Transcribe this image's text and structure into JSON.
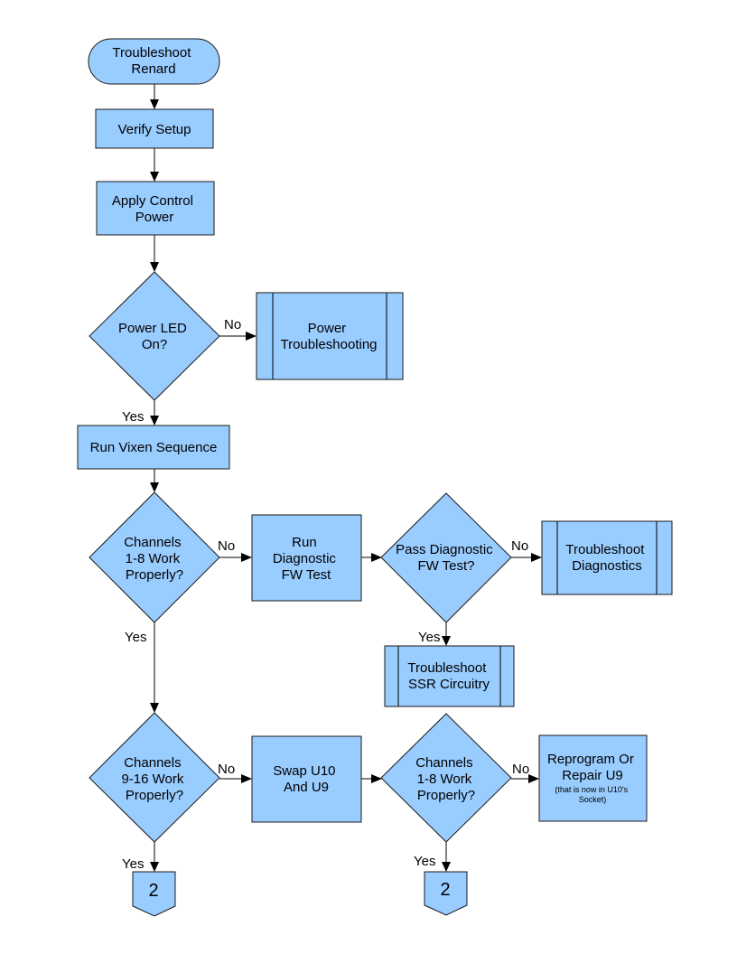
{
  "nodes": {
    "start": {
      "lines": [
        "Troubleshoot",
        "Renard"
      ]
    },
    "verify": {
      "lines": [
        "Verify Setup"
      ]
    },
    "apply_power": {
      "lines": [
        "Apply Control",
        "Power"
      ]
    },
    "power_led": {
      "lines": [
        "Power LED",
        "On?"
      ]
    },
    "power_ts": {
      "lines": [
        "Power",
        "Troubleshooting"
      ]
    },
    "run_vixen": {
      "lines": [
        "Run Vixen Sequence"
      ]
    },
    "ch1_8": {
      "lines": [
        "Channels",
        "1-8 Work",
        "Properly?"
      ]
    },
    "run_diag": {
      "lines": [
        "Run",
        "Diagnostic",
        "FW Test"
      ]
    },
    "pass_diag": {
      "lines": [
        "Pass Diagnostic",
        "FW Test?"
      ]
    },
    "ts_diag": {
      "lines": [
        "Troubleshoot",
        "Diagnostics"
      ]
    },
    "ts_ssr": {
      "lines": [
        "Troubleshoot",
        "SSR Circuitry"
      ]
    },
    "ch9_16": {
      "lines": [
        "Channels",
        "9-16 Work",
        "Properly?"
      ]
    },
    "swap": {
      "lines": [
        "Swap U10",
        "And U9"
      ]
    },
    "ch1_8_b": {
      "lines": [
        "Channels",
        "1-8 Work",
        "Properly?"
      ]
    },
    "reprogram": {
      "lines": [
        "Reprogram Or",
        "Repair U9"
      ],
      "note": [
        "(that is now in U10's",
        "Socket)"
      ]
    },
    "conn_left": {
      "lines": [
        "2"
      ]
    },
    "conn_right": {
      "lines": [
        "2"
      ]
    }
  },
  "edge_labels": {
    "power_no": "No",
    "power_yes": "Yes",
    "ch1_no": "No",
    "ch1_yes": "Yes",
    "diag_no": "No",
    "diag_yes": "Yes",
    "ch9_no": "No",
    "ch9_yes": "Yes",
    "ch1b_no": "No",
    "ch1b_yes": "Yes"
  },
  "colors": {
    "fill": "#99ccff",
    "stroke": "#1a1a1a"
  }
}
